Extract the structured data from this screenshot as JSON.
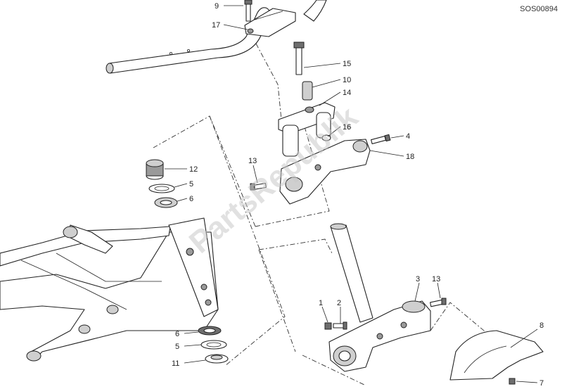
{
  "diagram_code": "SOS00894",
  "watermark": "PartsRepublik",
  "callouts": [
    {
      "id": "c9",
      "label": "9"
    },
    {
      "id": "c17",
      "label": "17"
    },
    {
      "id": "c15",
      "label": "15"
    },
    {
      "id": "c10",
      "label": "10"
    },
    {
      "id": "c14",
      "label": "14"
    },
    {
      "id": "c16",
      "label": "16"
    },
    {
      "id": "c4",
      "label": "4"
    },
    {
      "id": "c18",
      "label": "18"
    },
    {
      "id": "c13a",
      "label": "13"
    },
    {
      "id": "c12",
      "label": "12"
    },
    {
      "id": "c5a",
      "label": "5"
    },
    {
      "id": "c6a",
      "label": "6"
    },
    {
      "id": "c3",
      "label": "3"
    },
    {
      "id": "c13b",
      "label": "13"
    },
    {
      "id": "c1",
      "label": "1"
    },
    {
      "id": "c2",
      "label": "2"
    },
    {
      "id": "c8",
      "label": "8"
    },
    {
      "id": "c6b",
      "label": "6"
    },
    {
      "id": "c5b",
      "label": "5"
    },
    {
      "id": "c11",
      "label": "11"
    },
    {
      "id": "c7",
      "label": "7"
    }
  ]
}
